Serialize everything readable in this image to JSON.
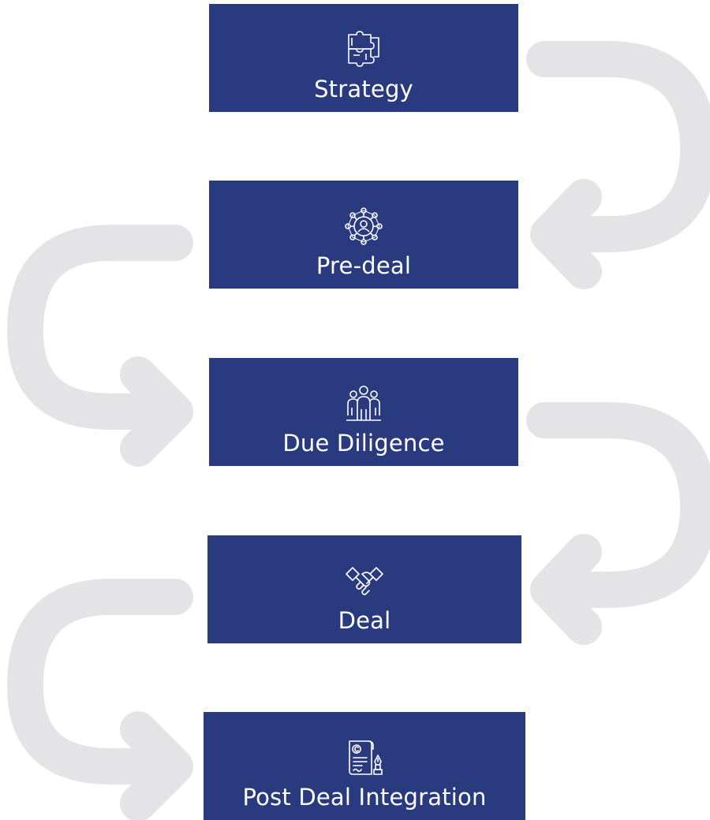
{
  "colors": {
    "box_fill": "#293a7e",
    "text": "#ffffff",
    "arrow": "#e4e4e6"
  },
  "stages": [
    {
      "label": "Strategy",
      "icon": "puzzle-icon"
    },
    {
      "label": "Pre-deal",
      "icon": "network-icon"
    },
    {
      "label": "Due Diligence",
      "icon": "people-group-icon"
    },
    {
      "label": "Deal",
      "icon": "handshake-icon"
    },
    {
      "label": "Post Deal Integration",
      "icon": "contract-pen-icon"
    }
  ]
}
